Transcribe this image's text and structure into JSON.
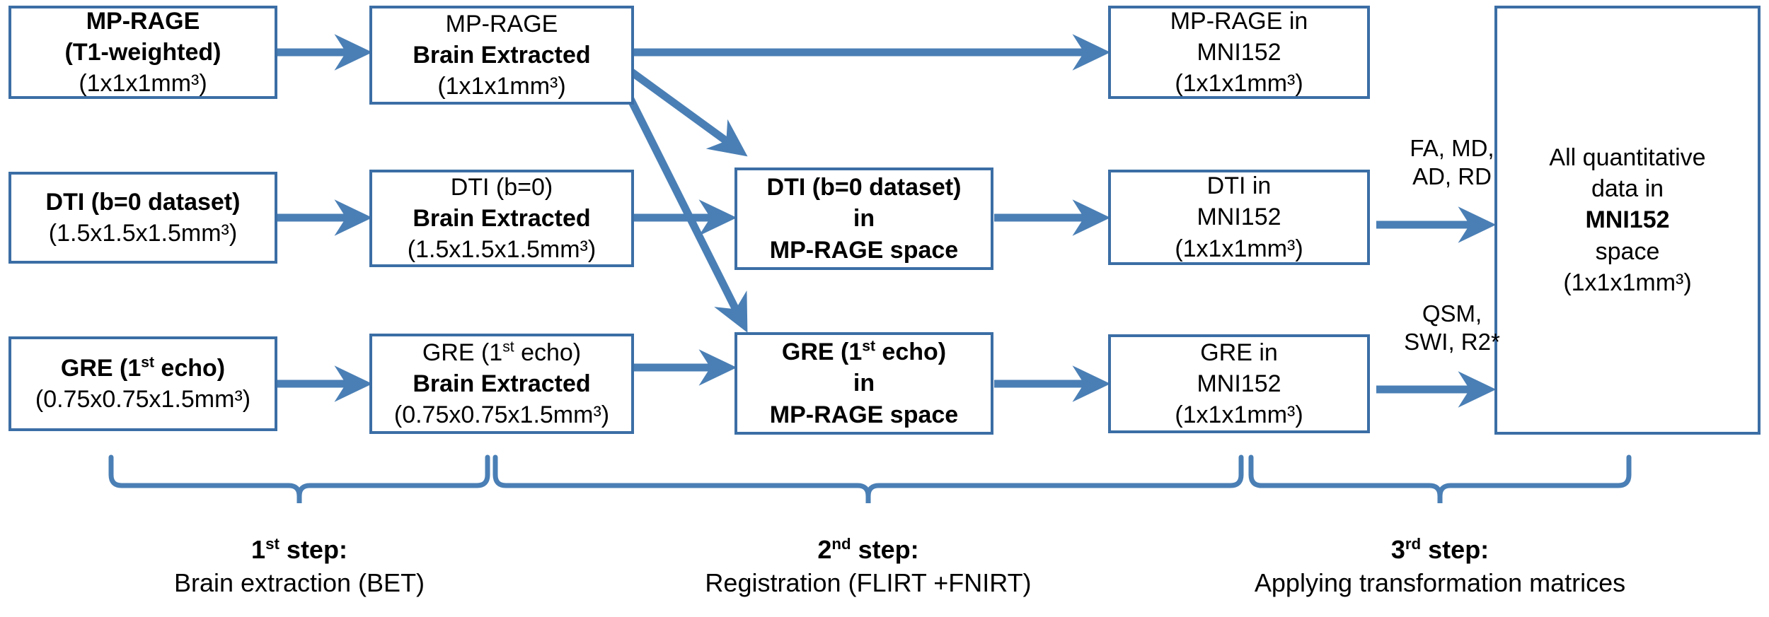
{
  "diagram": {
    "title": "MRI preprocessing pipeline flowchart",
    "accent_color": "#3b6ea5",
    "background_color": "#ffffff",
    "text_color": "#000000"
  },
  "nodes": {
    "mprage_raw": {
      "l1": "MP-RAGE",
      "l2": "(T1-weighted)",
      "l3": "(1x1x1mm³)"
    },
    "mprage_bet": {
      "l1": "MP-RAGE",
      "l2": "Brain Extracted",
      "l3": "(1x1x1mm³)"
    },
    "mprage_mni": {
      "l1": "MP-RAGE in",
      "l2": "MNI152",
      "l3": "(1x1x1mm³)"
    },
    "dti_raw": {
      "l1": "DTI (b=0 dataset)",
      "l2": "(1.5x1.5x1.5mm³)"
    },
    "dti_bet": {
      "l1": "DTI (b=0)",
      "l2": "Brain Extracted",
      "l3": "(1.5x1.5x1.5mm³)"
    },
    "dti_space": {
      "l1": "DTI (b=0 dataset)",
      "l2": "in",
      "l3": "MP-RAGE space"
    },
    "dti_mni": {
      "l1": "DTI in",
      "l2": "MNI152",
      "l3": "(1x1x1mm³)"
    },
    "gre_raw": {
      "l1_pre": "GRE (1",
      "l1_sup": "st",
      "l1_post": " echo)",
      "l2": "(0.75x0.75x1.5mm³)"
    },
    "gre_bet": {
      "l1_pre": "GRE (1",
      "l1_sup": "st",
      "l1_post": " echo)",
      "l2": "Brain Extracted",
      "l3": "(0.75x0.75x1.5mm³)"
    },
    "gre_space": {
      "l1_pre": "GRE (1",
      "l1_sup": "st",
      "l1_post": " echo)",
      "l2": "in",
      "l3": "MP-RAGE space"
    },
    "gre_mni": {
      "l1": "GRE in",
      "l2": "MNI152",
      "l3": "(1x1x1mm³)"
    },
    "all_quant": {
      "l1": "All quantitative",
      "l2": "data in",
      "l3": "MNI152",
      "l4": "space",
      "l5": "(1x1x1mm³)"
    }
  },
  "arrow_labels": {
    "dti_metrics": {
      "l1": "FA, MD,",
      "l2": "AD, RD"
    },
    "gre_metrics": {
      "l1": "QSM,",
      "l2": "SWI, R2*"
    }
  },
  "steps": [
    {
      "title_pre": "1",
      "title_sup": "st",
      "title_post": " step:",
      "sub": "Brain extraction (BET)"
    },
    {
      "title_pre": "2",
      "title_sup": "nd",
      "title_post": " step:",
      "sub": "Registration (FLIRT +FNIRT)"
    },
    {
      "title_pre": "3",
      "title_sup": "rd",
      "title_post": " step:",
      "sub": "Applying transformation matrices"
    }
  ]
}
